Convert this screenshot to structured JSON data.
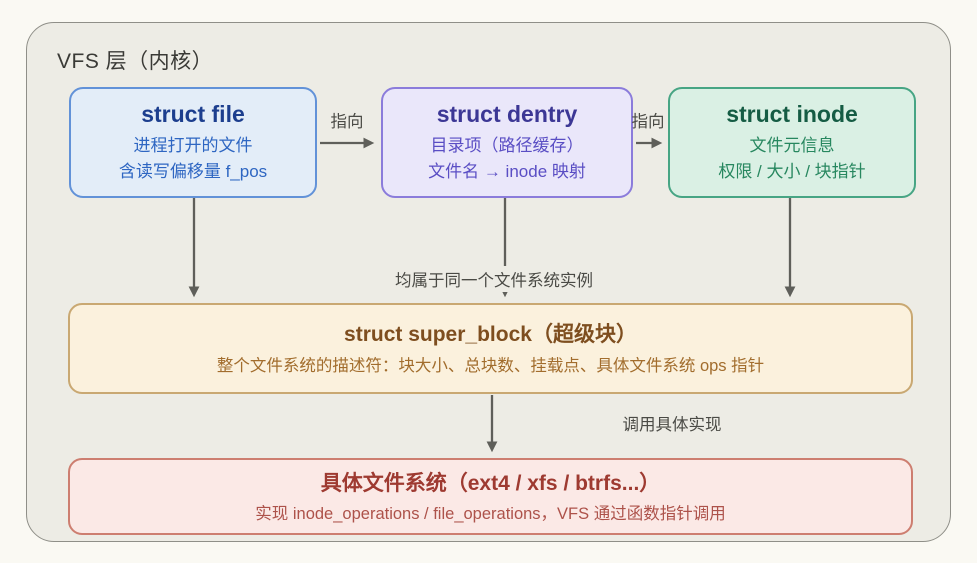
{
  "frame": {
    "title": "VFS 层（内核）"
  },
  "nodes": {
    "file": {
      "title": "struct file",
      "line1": "进程打开的文件",
      "line2": "含读写偏移量 f_pos",
      "fill": "#e3edf8",
      "border": "#6292d8",
      "text": "#2e66c2"
    },
    "dentry": {
      "title": "struct dentry",
      "line1": "目录项（路径缓存）",
      "line2": "文件名 → inode 映射",
      "fill": "#eae7fa",
      "border": "#8b7cdb",
      "text": "#5a4ec4"
    },
    "inode": {
      "title": "struct inode",
      "line1": "文件元信息",
      "line2": "权限 / 大小 / 块指针",
      "fill": "#daf0e4",
      "border": "#47a584",
      "text": "#27875f"
    },
    "super_block": {
      "title": "struct super_block（超级块）",
      "line1": "整个文件系统的描述符：块大小、总块数、挂载点、具体文件系统 ops 指针",
      "fill": "#fbf1dd",
      "border": "#c9a872",
      "text": "#a26d2d"
    },
    "concrete_fs": {
      "title": "具体文件系统（ext4 / xfs / btrfs...）",
      "line1": "实现 inode_operations / file_operations，VFS 通过函数指针调用",
      "fill": "#fbe9e6",
      "border": "#cd7e70",
      "text": "#ad524a"
    }
  },
  "edges": {
    "points_to": "指向",
    "same_fs_instance": "均属于同一个文件系统实例",
    "call_impl": "调用具体实现",
    "arrow_color": "#5f5f5a"
  }
}
